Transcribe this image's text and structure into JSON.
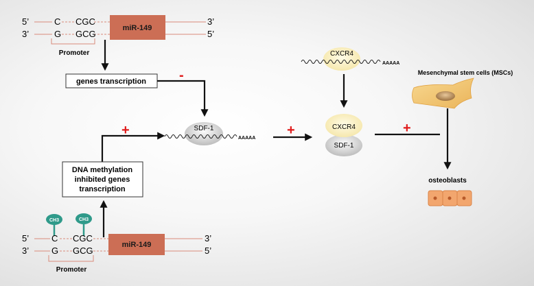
{
  "dna_top": {
    "strand_top_5": "5’",
    "strand_top_3": "3’",
    "strand_bottom_3": "3’",
    "strand_bottom_5": "5’",
    "base_c": "C",
    "base_cgc": "CGC",
    "base_g": "G",
    "base_gcg": "GCG",
    "gene": "miR-149",
    "promoter": "Promoter"
  },
  "dna_bottom": {
    "strand_top_5": "5’",
    "strand_top_3": "3’",
    "strand_bottom_3": "3’",
    "strand_bottom_5": "5’",
    "base_c": "C",
    "base_cgc": "CGC",
    "base_g": "G",
    "base_gcg": "GCG",
    "gene": "miR-149",
    "promoter": "Promoter",
    "methyl_1": "CH3",
    "methyl_2": "CH3"
  },
  "boxes": {
    "genes_transcription": "genes transcription",
    "dna_methylation_line1": "DNA methylation",
    "dna_methylation_line2": "inhibited genes",
    "dna_methylation_line3": "transcription"
  },
  "signs": {
    "minus": "-",
    "plus_methylation": "+",
    "plus_complex": "+",
    "plus_msc": "+"
  },
  "molecules": {
    "sdf1_label": "SDF-1",
    "sdf1_tail": "AAAAA",
    "cxcr4_label": "CXCR4",
    "cxcr4_tail": "AAAAA",
    "complex_cxcr4": "CXCR4",
    "complex_sdf1": "SDF-1"
  },
  "cells": {
    "msc_label": "Mesenchymal stem cells (MSCs)",
    "osteoblasts_label": "osteoblasts"
  },
  "colors": {
    "gene_box": "#cc6e55",
    "strand": "#d98a7a",
    "methyl": "#2f9a8a",
    "plus": "#e01b1b",
    "osteoblast": "#f2a66e",
    "msc": "#f1c775"
  }
}
